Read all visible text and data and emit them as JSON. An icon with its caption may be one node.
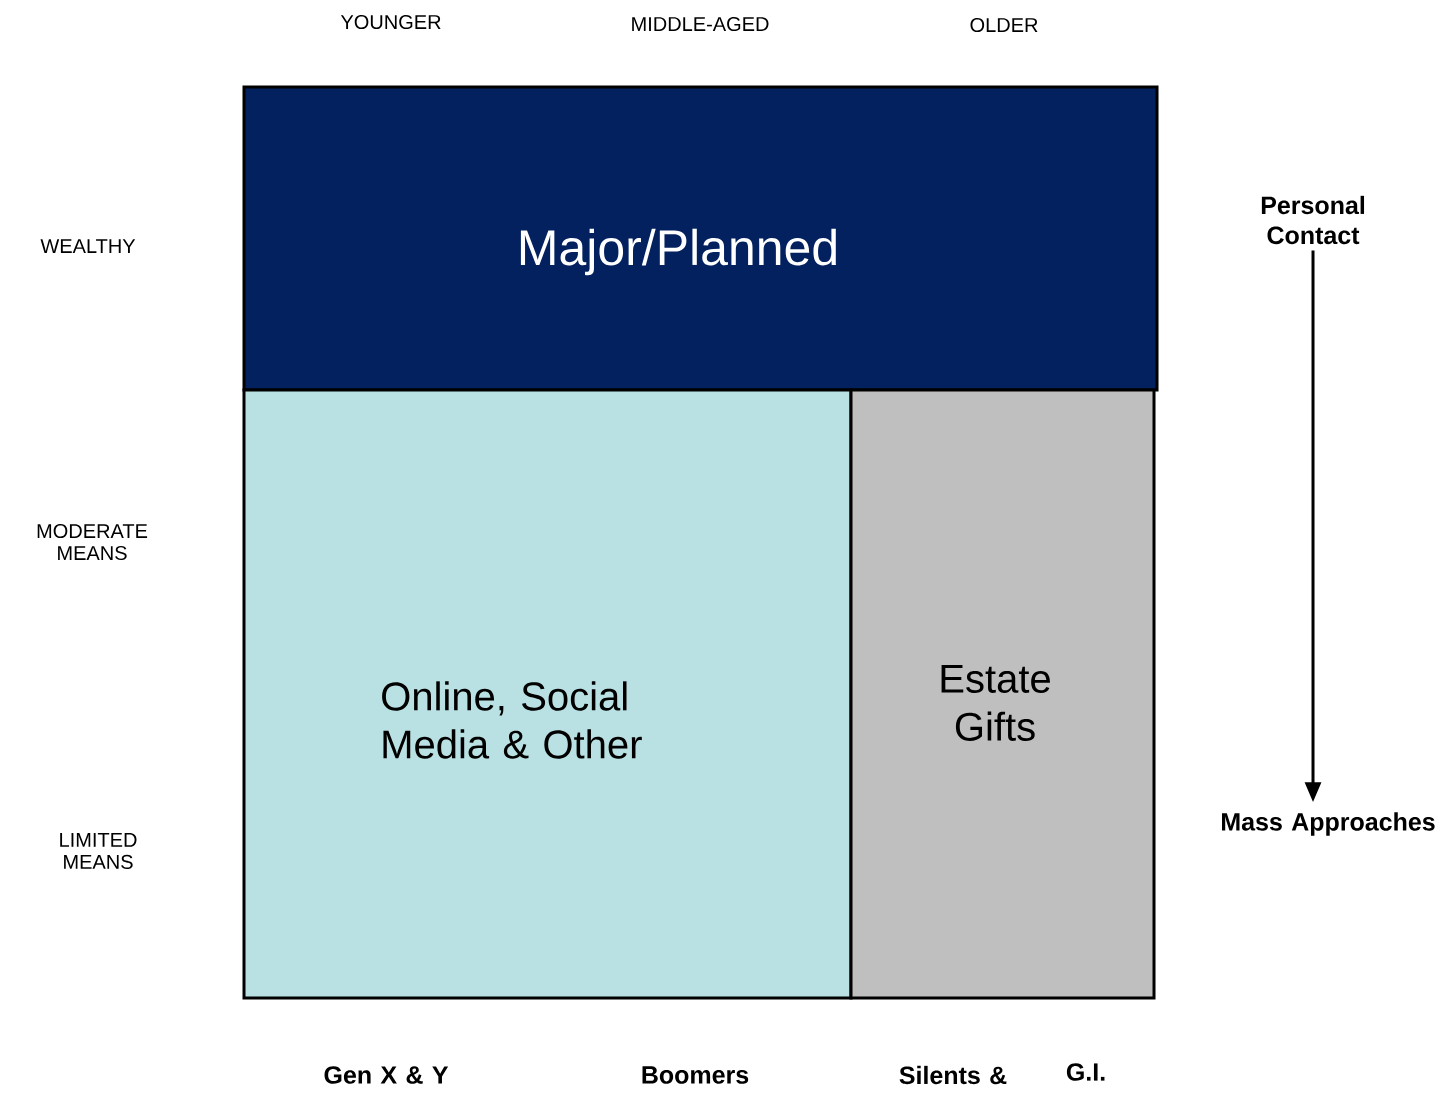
{
  "diagram": {
    "nodes": [
      {
        "text": [
          "Major/Planned"
        ]
      },
      {
        "text": [
          "Online, Social Media & Other"
        ]
      },
      {
        "text": [
          "Estate Gifts"
        ]
      },
      {
        "text": [
          "Personal Contact"
        ]
      },
      {
        "text": [
          "Mass Approaches"
        ]
      }
    ],
    "edges": [
      {
        "from": 3,
        "to": 4,
        "arrow": "to"
      }
    ],
    "labels": [
      "YOUNGER",
      "MIDDLE-AGED",
      "OLDER",
      "WEALTHY",
      "MODERATE MEANS",
      "LIMITED MEANS",
      "Gen X & Y",
      "Boomers",
      "Silents &",
      "G.I."
    ]
  }
}
